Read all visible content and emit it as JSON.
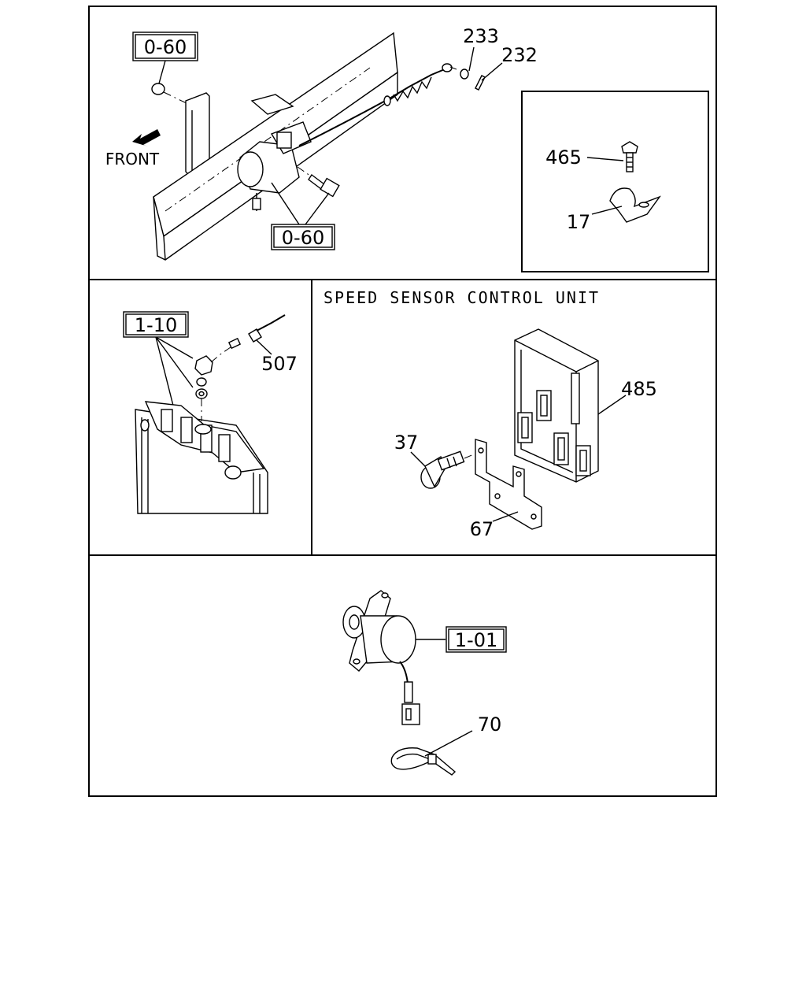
{
  "panel_top": {
    "refs": {
      "frame_top": "0-60",
      "frame_bottom": "0-60"
    },
    "labels": {
      "p233": "233",
      "p232": "232",
      "front": "FRONT"
    }
  },
  "panel_inset": {
    "labels": {
      "p465": "465",
      "p17": "17"
    }
  },
  "panel_radiator": {
    "refs": {
      "radiator": "1-10"
    },
    "labels": {
      "p507": "507"
    }
  },
  "panel_control_unit": {
    "title": "SPEED SENSOR CONTROL UNIT",
    "labels": {
      "p485": "485",
      "p37": "37",
      "p67": "67"
    }
  },
  "panel_sensor": {
    "refs": {
      "sensor": "1-01"
    },
    "labels": {
      "p70": "70"
    }
  }
}
